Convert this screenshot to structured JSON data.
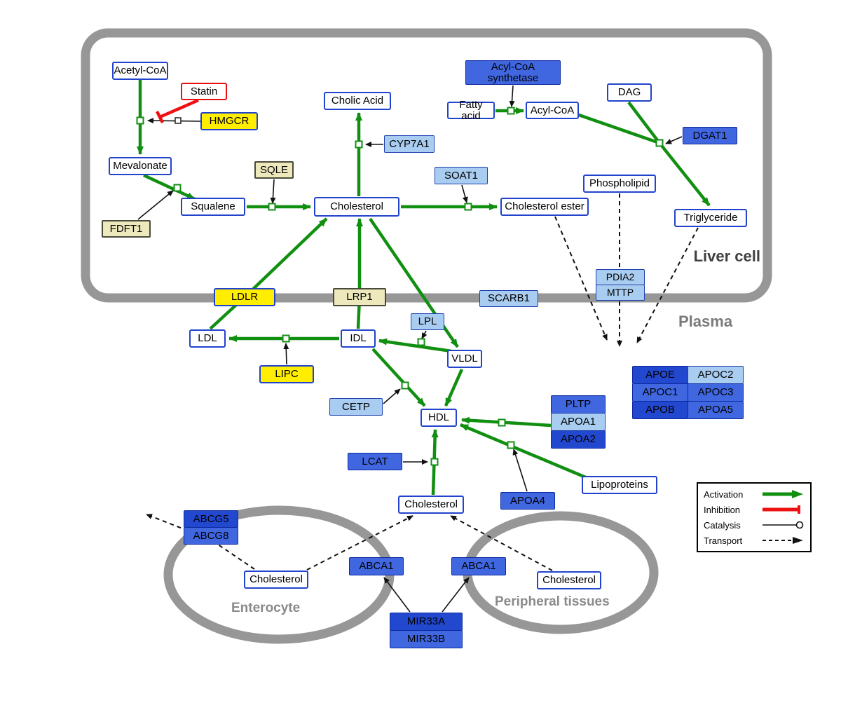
{
  "compartments": {
    "liver": "Liver cell",
    "plasma": "Plasma",
    "enterocyte": "Enterocyte",
    "peripheral": "Peripheral tissues"
  },
  "nodes": {
    "acetyl_coa": "Acetyl-CoA",
    "statin": "Statin",
    "hmgcr": "HMGCR",
    "mevalonate": "Mevalonate",
    "fdft1": "FDFT1",
    "squalene": "Squalene",
    "sqle": "SQLE",
    "cholesterol_liver": "Cholesterol",
    "cholic_acid": "Cholic Acid",
    "cyp7a1": "CYP7A1",
    "soat1": "SOAT1",
    "cholesterol_ester": "Cholesterol ester",
    "acyl_coa_synthetase": "Acyl-CoA synthetase",
    "fatty_acid": "Fatty acid",
    "acyl_coa": "Acyl-CoA",
    "dag": "DAG",
    "dgat1": "DGAT1",
    "phospholipid": "Phospholipid",
    "triglyceride": "Triglyceride",
    "pdia2": "PDIA2",
    "mttp": "MTTP",
    "ldlr": "LDLR",
    "lrp1": "LRP1",
    "scarb1": "SCARB1",
    "ldl": "LDL",
    "idl": "IDL",
    "lpl": "LPL",
    "vldl": "VLDL",
    "lipc": "LIPC",
    "cetp": "CETP",
    "hdl": "HDL",
    "lcat": "LCAT",
    "pltp": "PLTP",
    "apoa1": "APOA1",
    "apoa2": "APOA2",
    "apoa4": "APOA4",
    "lipoproteins": "Lipoproteins",
    "apoe": "APOE",
    "apoc2": "APOC2",
    "apoc1": "APOC1",
    "apoc3": "APOC3",
    "apob": "APOB",
    "apoa5": "APOA5",
    "cholesterol_plasma": "Cholesterol",
    "abcg5": "ABCG5",
    "abcg8": "ABCG8",
    "cholesterol_enterocyte": "Cholesterol",
    "abca1_enterocyte": "ABCA1",
    "abca1_peripheral": "ABCA1",
    "cholesterol_peripheral": "Cholesterol",
    "mir33a": "MIR33A",
    "mir33b": "MIR33B"
  },
  "legend": {
    "activation": "Activation",
    "inhibition": "Inhibition",
    "catalysis": "Catalysis",
    "transport": "Transport"
  },
  "colors": {
    "activation_green": "#118f11",
    "inhibition_red": "#ee1111",
    "membrane_gray": "#979797",
    "metabolite_border_blue": "#2244cc",
    "enzyme_yellow": "#ffee00",
    "enzyme_pale_yellow": "#eee9bd",
    "protein_light_blue": "#a9cdf0",
    "protein_blue": "#4067e0",
    "protein_dark_blue": "#2348d0"
  }
}
